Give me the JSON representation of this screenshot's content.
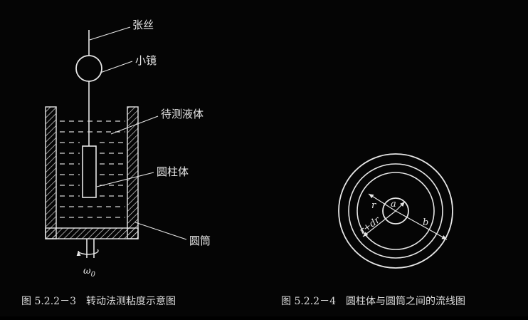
{
  "left_figure": {
    "labels": {
      "wire": "张丝",
      "mirror": "小镜",
      "liquid": "待测液体",
      "cylinder": "圆柱体",
      "tube": "圆筒",
      "omega": "ω",
      "omega_sub": "0"
    },
    "caption": "图 5.2.2－3　转动法测粘度示意图"
  },
  "right_figure": {
    "labels": {
      "r": "r",
      "a": "a",
      "b": "b",
      "r_dr": "r+dr"
    },
    "caption": "图 5.2.2－4　圆柱体与圆筒之间的流线图"
  },
  "colors": {
    "background": "#050505",
    "stroke": "#e6e6e6"
  }
}
